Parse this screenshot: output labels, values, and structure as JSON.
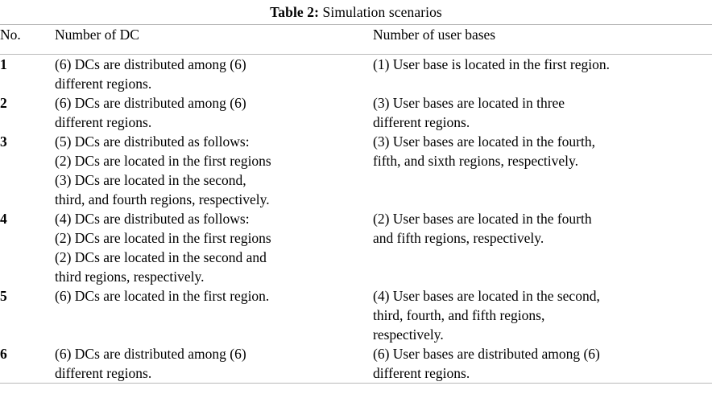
{
  "caption": {
    "label": "Table 2:",
    "text": "Simulation scenarios"
  },
  "columns": {
    "no": "No.",
    "number_of_dc": "Number of DC",
    "number_of_user_bases": "Number of user bases"
  },
  "rows": [
    {
      "no": "1",
      "dc_lines": [
        "(6) DCs are distributed among (6)",
        "different regions."
      ],
      "ub_lines": [
        "(1) User base is located in the first region."
      ]
    },
    {
      "no": "2",
      "dc_lines": [
        "(6) DCs are distributed among (6)",
        "different regions."
      ],
      "ub_lines": [
        "(3) User bases are located in three",
        "different regions."
      ]
    },
    {
      "no": "3",
      "dc_lines": [
        "(5) DCs are distributed as follows:",
        "(2) DCs are located in the first regions",
        "(3) DCs are located in the second,",
        "third, and fourth regions, respectively."
      ],
      "ub_lines": [
        "(3) User bases are located in the fourth,",
        "fifth, and sixth regions, respectively."
      ]
    },
    {
      "no": "4",
      "dc_lines": [
        "(4) DCs are distributed as follows:",
        "(2) DCs are located in the first regions",
        "(2) DCs are located in the second and",
        "third regions, respectively."
      ],
      "ub_lines": [
        "(2) User bases are located in the fourth",
        "and fifth regions, respectively."
      ]
    },
    {
      "no": "5",
      "dc_lines": [
        "(6) DCs are located in the first region."
      ],
      "ub_lines": [
        "(4) User bases are located in the second,",
        "third, fourth, and fifth regions,",
        "respectively."
      ]
    },
    {
      "no": "6",
      "dc_lines": [
        "(6) DCs are distributed among (6)",
        "different regions."
      ],
      "ub_lines": [
        "(6) User bases are distributed among (6)",
        "different regions."
      ]
    }
  ],
  "style": {
    "rule_color": "#b9b9b9",
    "text_color": "#000000",
    "background": "#ffffff"
  }
}
